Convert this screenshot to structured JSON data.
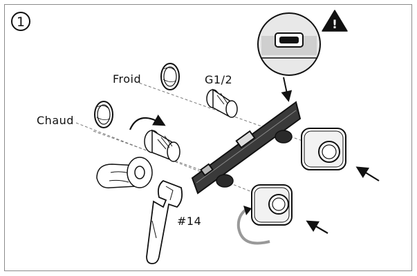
{
  "diagram": {
    "step_number": "1",
    "labels": {
      "hot": "Chaud",
      "cold": "Froid",
      "thread": "G1/2",
      "wrench_size": "#14"
    },
    "warning_symbol": "!",
    "icons": [
      "warning-icon",
      "spirit-level-icon",
      "wrench-icon",
      "rotate-arrow-icon",
      "push-arrow-icon"
    ]
  }
}
